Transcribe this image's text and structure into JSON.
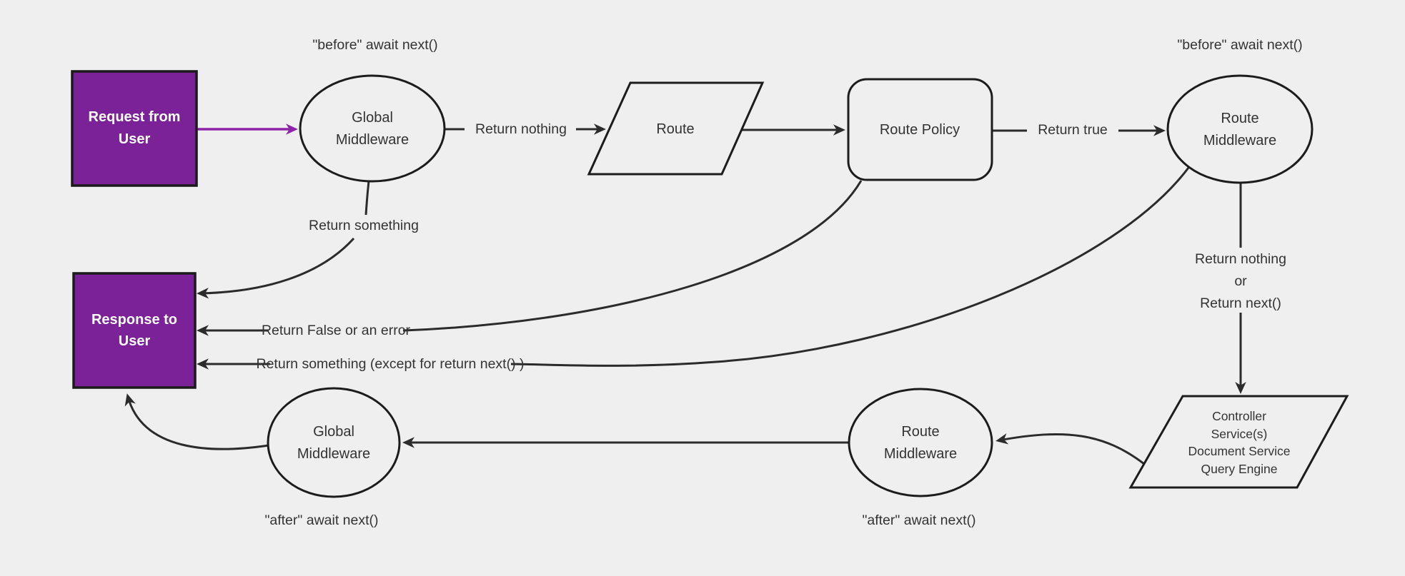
{
  "colors": {
    "background": "#efefef",
    "node_fill": "#efefef",
    "node_stroke": "#1c1c1c",
    "edge_stroke": "#2b2b2b",
    "text": "#333333",
    "purple_fill": "#7b2299",
    "purple_arrow": "#8e24aa",
    "white_text": "#ffffff"
  },
  "nodes": {
    "request": {
      "lines": [
        "Request from",
        "User"
      ]
    },
    "global_middleware_top": {
      "lines": [
        "Global",
        "Middleware"
      ]
    },
    "route": {
      "lines": [
        "Route"
      ]
    },
    "route_policy": {
      "lines": [
        "Route Policy"
      ]
    },
    "route_middleware_top": {
      "lines": [
        "Route",
        "Middleware"
      ]
    },
    "response": {
      "lines": [
        "Response to",
        "User"
      ]
    },
    "controller": {
      "lines": [
        "Controller",
        "Service(s)",
        "Document Service",
        "Query Engine"
      ]
    },
    "route_middleware_bottom": {
      "lines": [
        "Route",
        "Middleware"
      ]
    },
    "global_middleware_bottom": {
      "lines": [
        "Global",
        "Middleware"
      ]
    }
  },
  "annotations": {
    "before_await_left": "\"before\" await next()",
    "before_await_right": "\"before\" await next()",
    "after_await_left": "\"after\" await next()",
    "after_await_right": "\"after\" await next()"
  },
  "edge_labels": {
    "return_nothing": "Return nothing",
    "return_true": "Return true",
    "return_something": "Return something",
    "return_false_or_error": "Return False or an error",
    "return_something_except": "Return something (except for return next() )",
    "return_nothing_or": {
      "line1": "Return nothing",
      "line2": "or",
      "line3": "Return next()"
    }
  }
}
